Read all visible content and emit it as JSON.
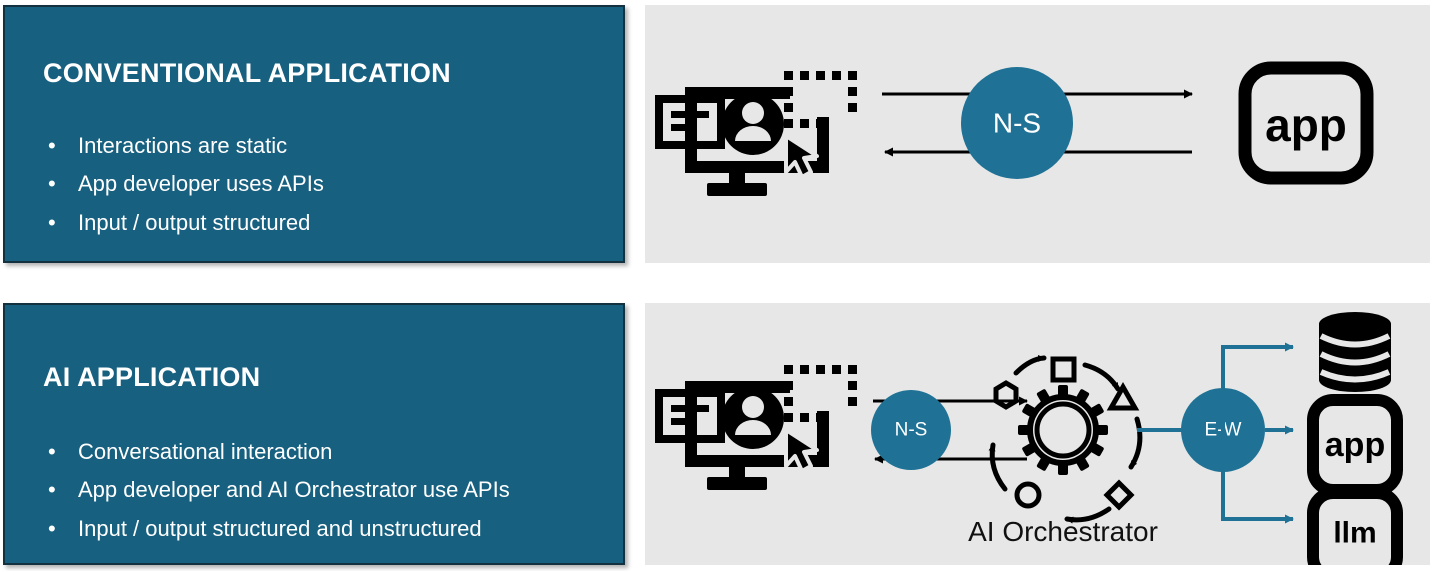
{
  "slide": {
    "background": "#ffffff",
    "panel_blue_color": "#17607f",
    "panel_blue_border": "#14313f",
    "panel_gray_color": "#e7e7e7",
    "accent_teal": "#1f7295",
    "black": "#000000"
  },
  "panels": [
    {
      "id": "conventional",
      "title": "CONVENTIONAL APPLICATION",
      "bullet_glyph": "•",
      "bullets": [
        "Interactions are static",
        "App developer uses APIs",
        "Input / output structured"
      ]
    },
    {
      "id": "ai",
      "title": "AI APPLICATION",
      "bullet_glyph": "•",
      "bullets": [
        "Conversational interaction",
        "App developer and AI Orchestrator use APIs",
        "Input / output structured and unstructured"
      ]
    }
  ],
  "diagram_top": {
    "name": "conventional-application-flow",
    "user_icon": "user-monitor-icon",
    "hub_label": "N-S",
    "arrow_forward": "request-arrow-right",
    "arrow_back": "response-arrow-left",
    "app_label": "app"
  },
  "diagram_bottom": {
    "name": "ai-application-flow",
    "user_icon": "user-monitor-icon",
    "hub_ns_label": "N-S",
    "orchestrator_icon": "gear-orchestration-icon",
    "orchestrator_caption": "AI Orchestrator",
    "hub_ew_label": "E-W",
    "arrow_forward": "request-arrow-right",
    "arrow_back": "response-arrow-left",
    "targets": [
      {
        "icon": "database-icon",
        "label": ""
      },
      {
        "icon": "app-box-icon",
        "label": "app"
      },
      {
        "icon": "llm-box-icon",
        "label": "llm"
      }
    ]
  }
}
